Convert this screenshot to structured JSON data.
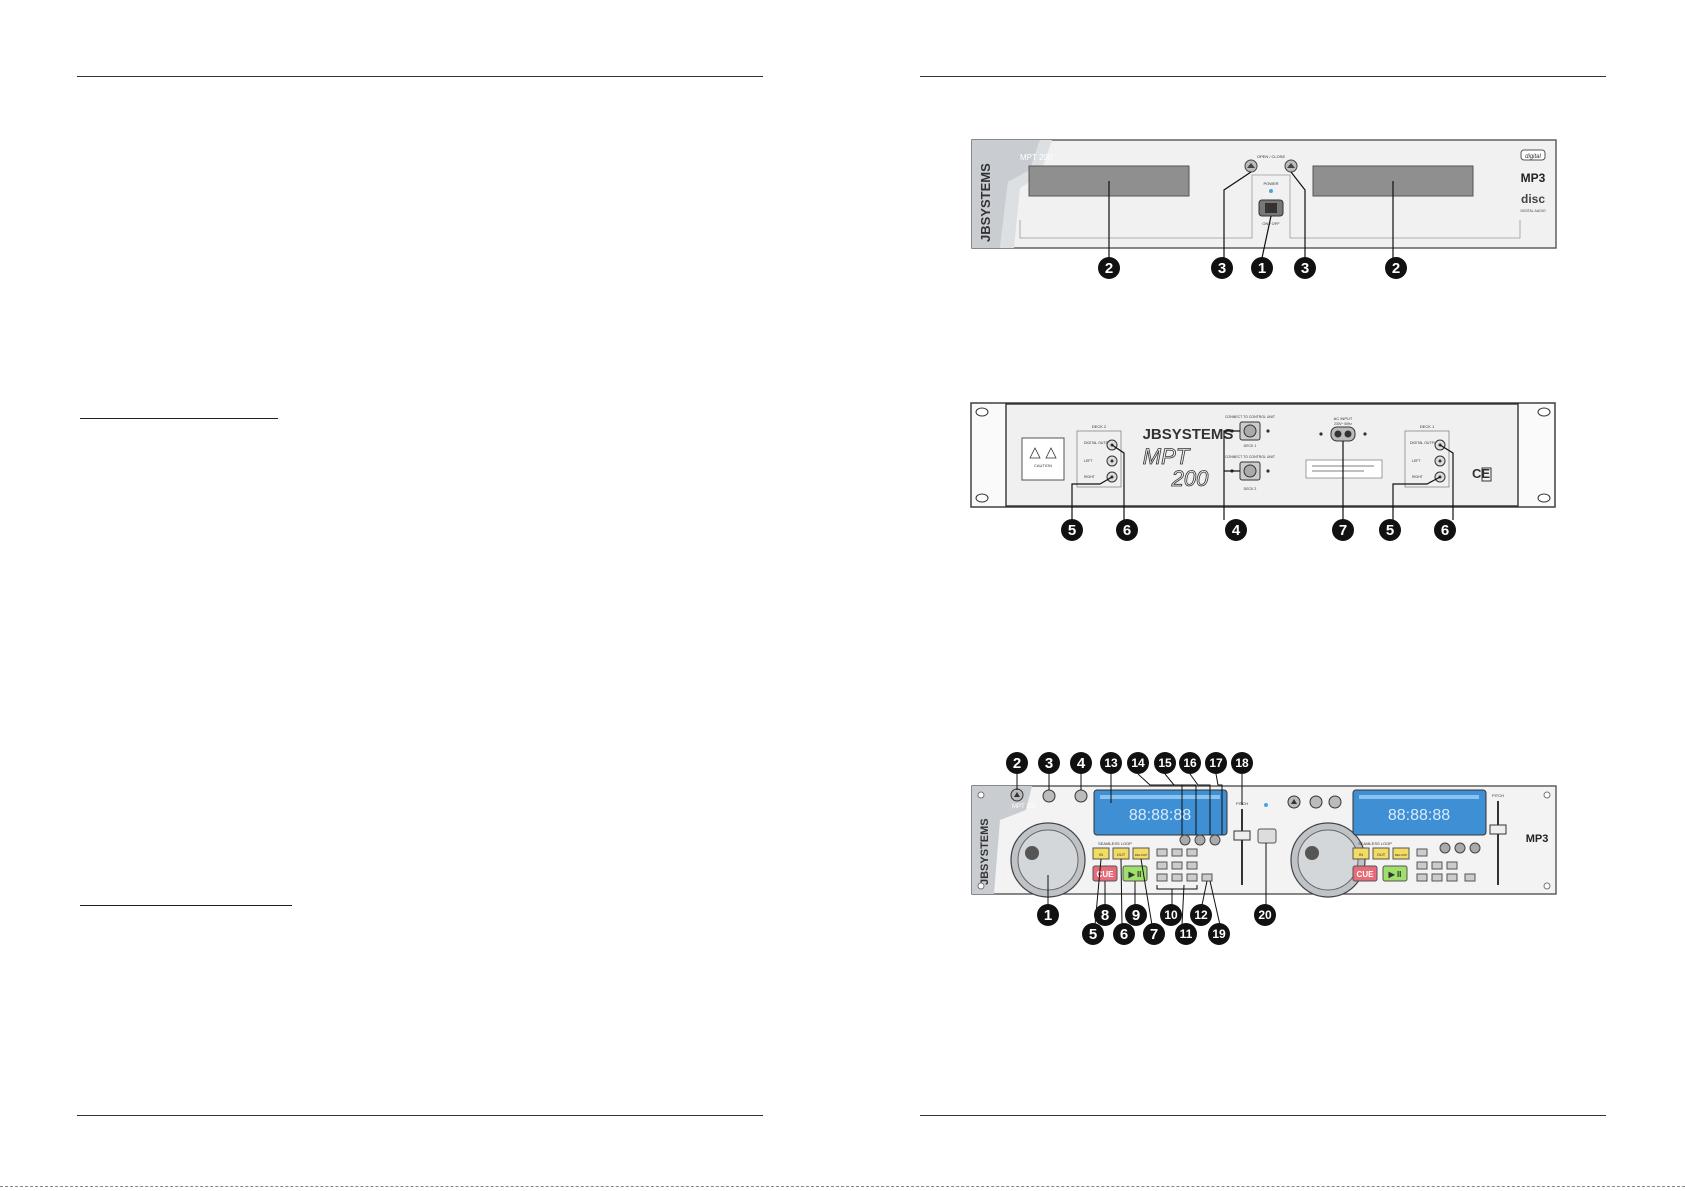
{
  "front_panel": {
    "brand": "JBSYSTEMS",
    "model_badge": "MPT 200",
    "open_close_label": "OPEN / CLOSE",
    "power_label": "POWER",
    "on_off_label": "ON / OFF",
    "logo_digital": "digital",
    "logo_mp3": "MP3",
    "logo_disc": "disc",
    "logo_digital_audio": "DIGITAL AUDIO",
    "callouts": [
      "2",
      "3",
      "1",
      "3",
      "2"
    ]
  },
  "rear_panel": {
    "brand": "JBSYSTEMS",
    "model_line1": "MPT",
    "model_line2": "200",
    "deck2_label": "DECK 2",
    "deck1_label": "DECK 1",
    "digital_output_label": "DIGITAL OUTPUT",
    "left_label": "LEFT",
    "right_label": "RIGHT",
    "connect_label": "CONNECT TO CONTROL UNIT",
    "deck1_connect": "DECK 1",
    "deck2_connect": "DECK 2",
    "ac_input_label": "AC INPUT",
    "ac_input_value": "230V~ 50Hz",
    "caution_label": "CAUTION",
    "ce_mark": "CE",
    "callouts": [
      "5",
      "6",
      "4",
      "7",
      "5",
      "6"
    ]
  },
  "control_unit": {
    "brand": "JBSYSTEMS",
    "model_badge": "MPT 200",
    "seamless_loop_label": "SEAMLESS LOOP",
    "pitch_label": "PITCH",
    "cue_label": "CUE",
    "play_label": "▶ II",
    "in_label": "IN",
    "out_label": "OUT",
    "reloop_label": "RELOOP",
    "display_digits": "88:88:88",
    "logo_mp3": "MP3",
    "callouts_top": [
      "2",
      "3",
      "4",
      "13",
      "14",
      "15",
      "16",
      "17",
      "18"
    ],
    "callouts_bottom": [
      "1",
      "8",
      "9",
      "10",
      "12",
      "20",
      "5",
      "6",
      "7",
      "11",
      "19"
    ]
  }
}
